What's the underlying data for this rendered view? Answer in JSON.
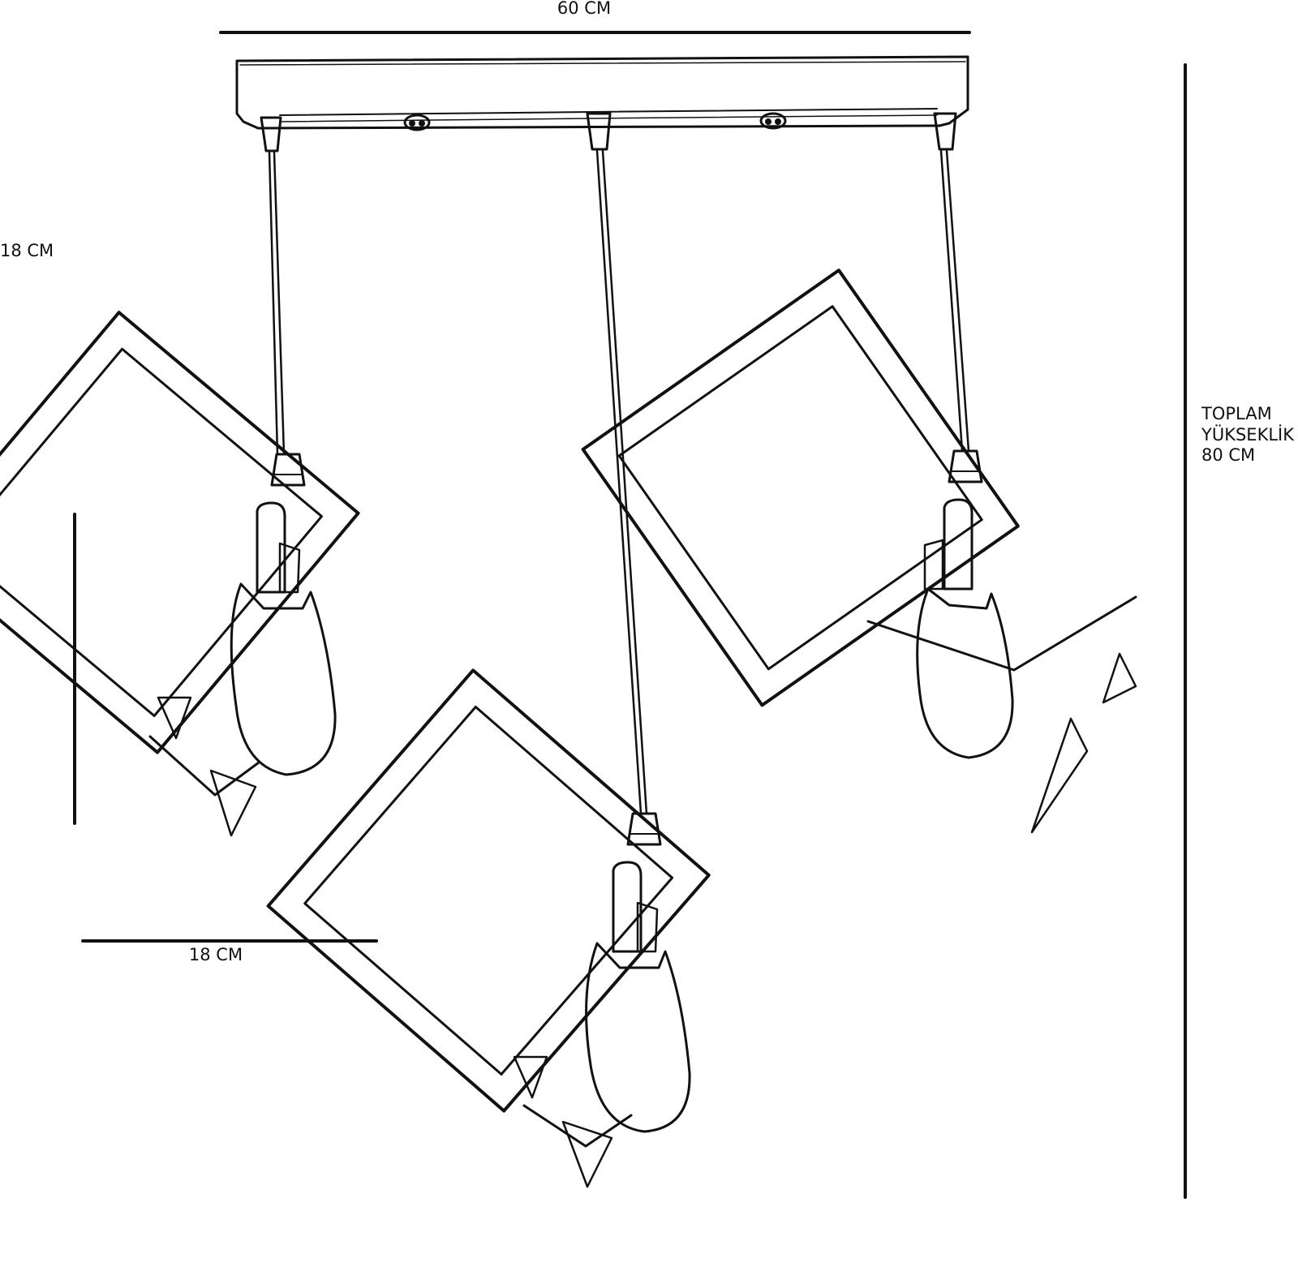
{
  "dimensions": {
    "width_label": "60 CM",
    "shade_height_label": "18 CM",
    "shade_width_label": "18 CM",
    "total_height_lines": [
      "TOPLAM",
      "YÜKSEKLİK",
      "80 CM"
    ]
  },
  "pendants": {
    "count": 3
  },
  "colors": {
    "ink": "#111111",
    "background": "#ffffff"
  }
}
